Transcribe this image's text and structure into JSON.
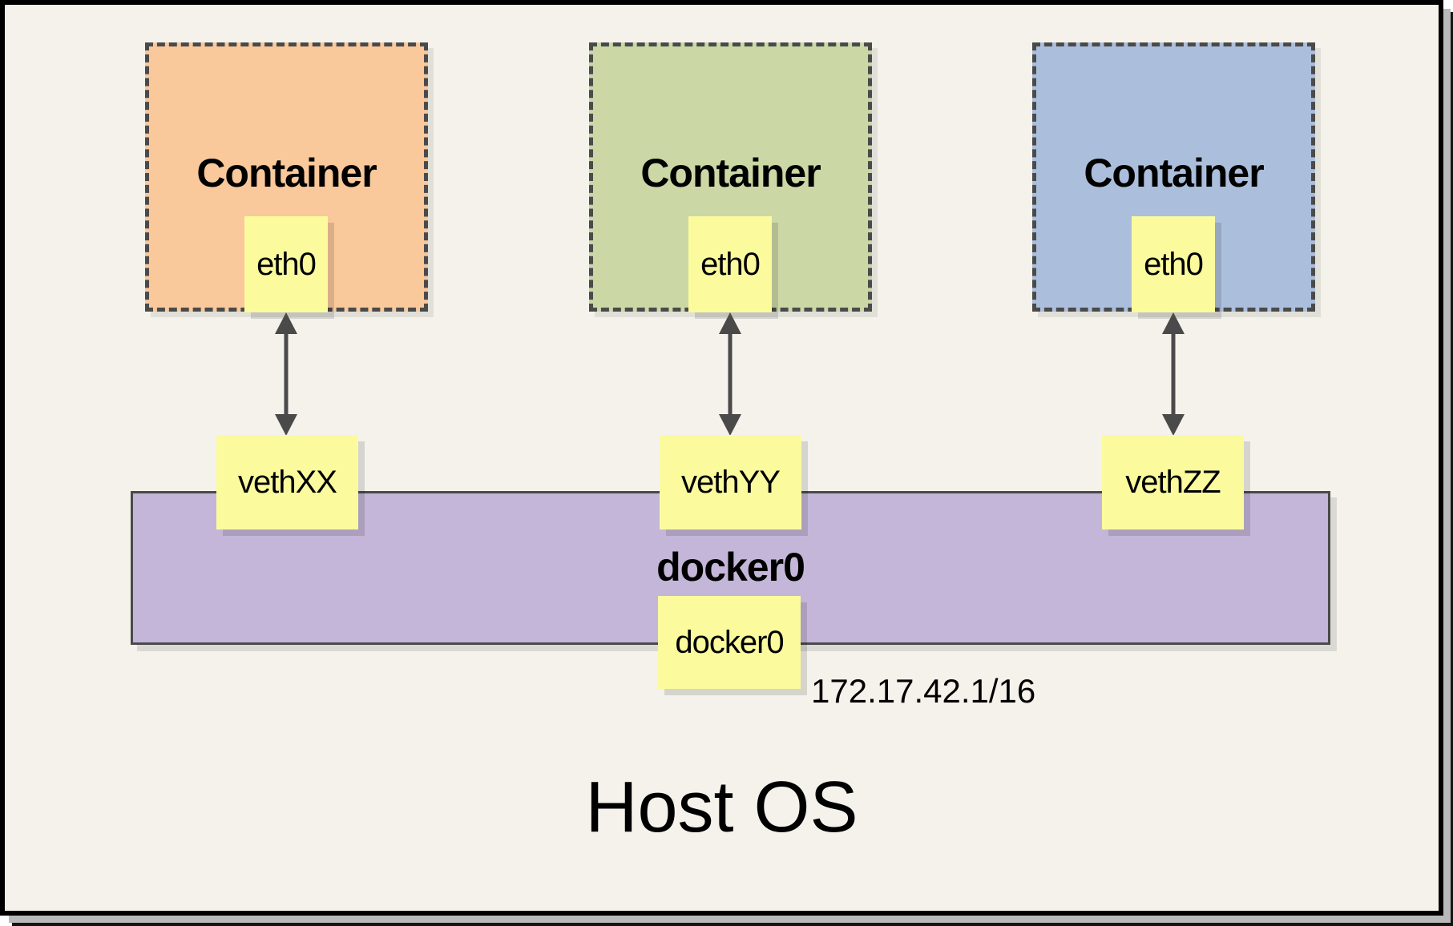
{
  "containers": [
    {
      "title": "Container",
      "interface_label": "eth0",
      "veth_label": "vethXX",
      "fill": "#F9C89B"
    },
    {
      "title": "Container",
      "interface_label": "eth0",
      "veth_label": "vethYY",
      "fill": "#CBD8A6"
    },
    {
      "title": "Container",
      "interface_label": "eth0",
      "veth_label": "vethZZ",
      "fill": "#ABBFDC"
    }
  ],
  "bridge": {
    "title": "docker0",
    "interface_label": "docker0",
    "ip_address": "172.17.42.1/16",
    "fill": "#C4B6D8"
  },
  "host": {
    "title": "Host OS",
    "fill": "#F4F2EB"
  },
  "palette": {
    "note_fill": "#FBFB9E",
    "line_color": "#4A4A4A",
    "frame_border": "#000000"
  }
}
